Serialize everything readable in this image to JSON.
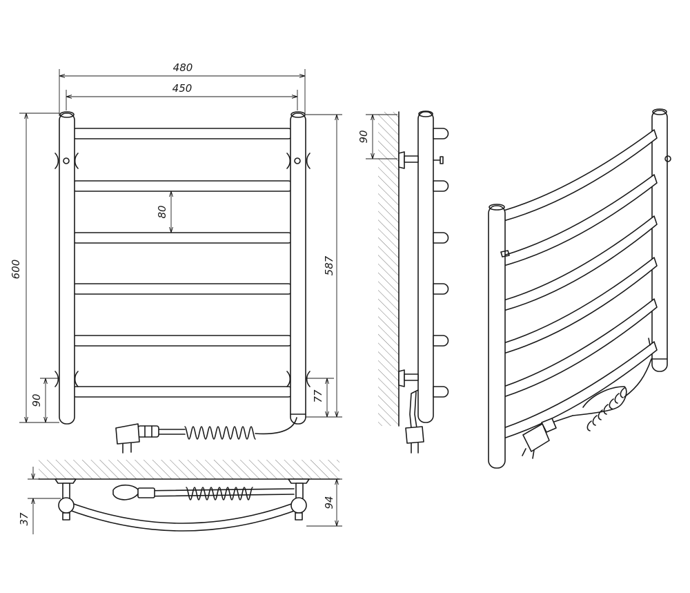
{
  "dimensions": {
    "overall_width": "480",
    "center_width": "450",
    "overall_height": "600",
    "center_height": "587",
    "bar_spacing": "80",
    "bottom_offset_left": "90",
    "bottom_offset_right": "77",
    "side_top_offset": "90",
    "wall_depth": "94",
    "bottom_depth": "37"
  }
}
